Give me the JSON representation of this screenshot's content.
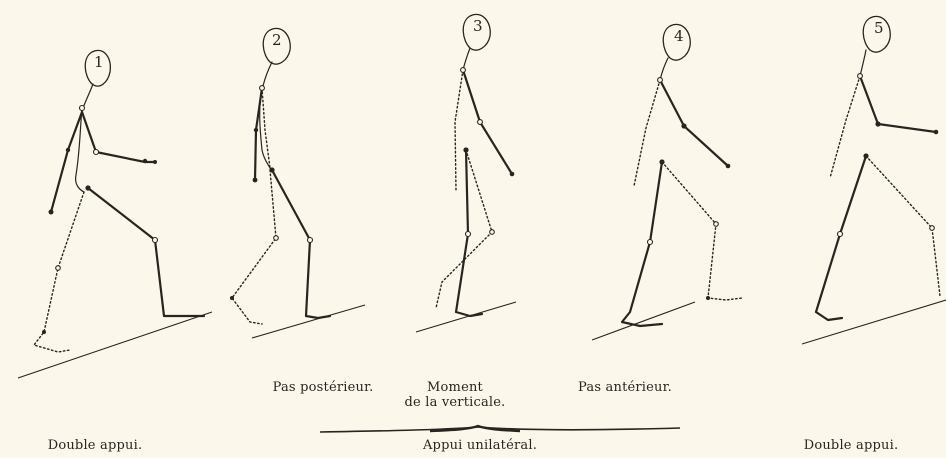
{
  "figures": [
    {
      "number": "1"
    },
    {
      "number": "2"
    },
    {
      "number": "3"
    },
    {
      "number": "4"
    },
    {
      "number": "5"
    }
  ],
  "captions": {
    "posterior_step": "Pas postérieur.",
    "moment_vertical_line1": "Moment",
    "moment_vertical_line2": "de la verticale.",
    "anterior_step": "Pas antérieur.",
    "double_support_left": "Double appui.",
    "unilateral_support": "Appui unilatéral.",
    "double_support_right": "Double appui."
  }
}
